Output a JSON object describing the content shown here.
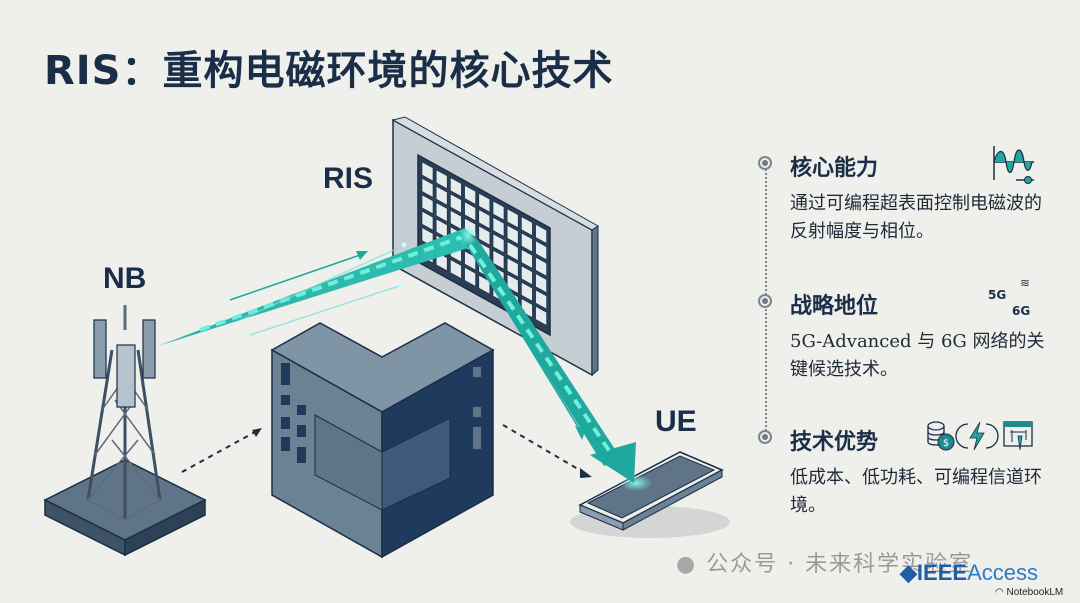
{
  "title": "RIS：重构电磁环境的核心技术",
  "scene": {
    "labels": {
      "nb": "NB",
      "ris": "RIS",
      "ue": "UE"
    },
    "colors": {
      "beam": "#1fa89e",
      "beam_light": "#5fe0cf",
      "dark": "#1a2e48",
      "slate": "#5f7486",
      "slate_light": "#8a9eae",
      "panel": "#c7ced3"
    }
  },
  "features": [
    {
      "title": "核心能力",
      "text": "通过可编程超表面控制电磁波的反射幅度与相位。",
      "icon": "waveform-icon"
    },
    {
      "title": "战略地位",
      "text": "5G-Advanced 与 6G 网络的关键候选技术。",
      "icon": "5g-6g-icon",
      "icon_text_a": "5G",
      "icon_text_b": "6G"
    },
    {
      "title": "技术优势",
      "text": "低成本、低功耗、可编程信道环境。",
      "icons": [
        "coin-stack-icon",
        "energy-icon",
        "programmable-panel-icon"
      ]
    }
  ],
  "footer": {
    "watermark": "公众号 · 未来科学实验室",
    "brand_bold": "IEEE",
    "brand_light": "Access",
    "notebooklm": "NotebookLM"
  }
}
